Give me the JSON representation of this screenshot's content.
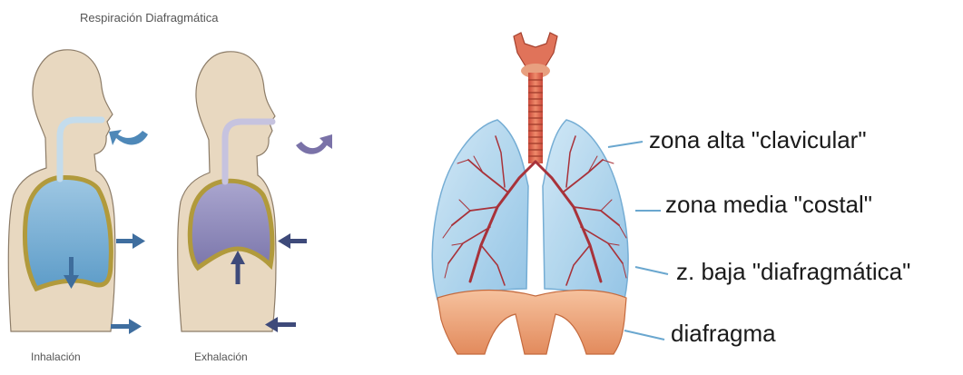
{
  "figure": {
    "title": "Respiración Diafragmática",
    "captions": {
      "inhale": "Inhalación",
      "exhale": "Exhalación"
    },
    "zones": [
      {
        "label": "zona alta \"clavicular\""
      },
      {
        "label": "zona media \"costal\""
      },
      {
        "label": "z. baja \"diafragmática\""
      },
      {
        "label": "diafragma"
      }
    ]
  },
  "colors": {
    "skin": "#e7d6bd",
    "outline": "#8a7a66",
    "lung_inhale": "#7fb0d4",
    "lung_exhale": "#8a86b8",
    "arrow_dark": "#3e4a7a",
    "lung_blue": "#a9d2ee",
    "vessel_red": "#a8323a",
    "trachea": "#d8604a",
    "diaphragm": "#f0a77c"
  }
}
